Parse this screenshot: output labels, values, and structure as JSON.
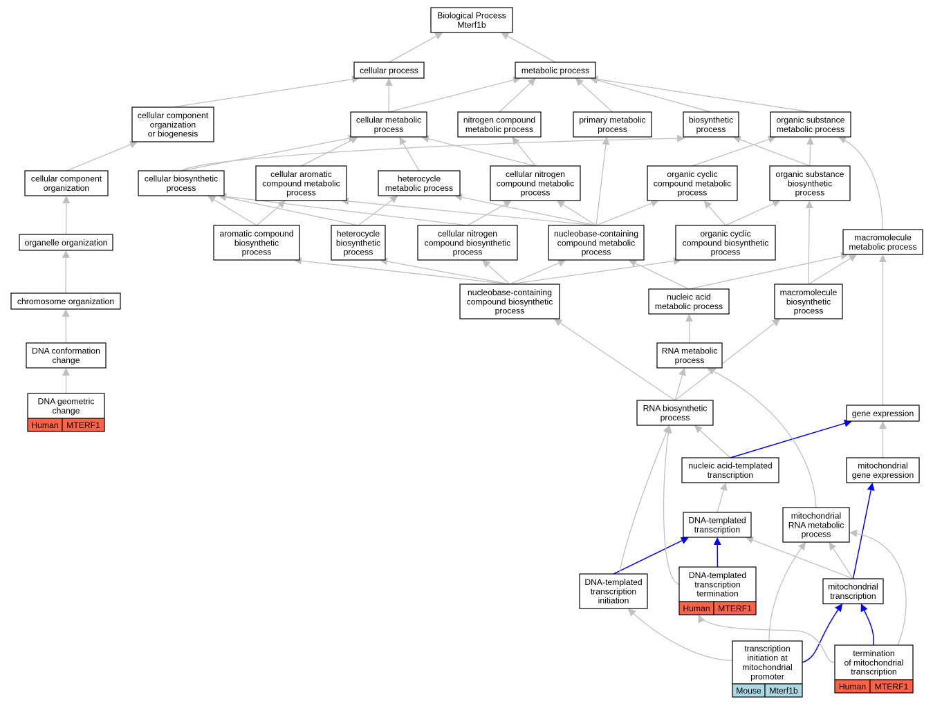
{
  "nodes": {
    "bp": [
      "Biological Process",
      "Mterf1b"
    ],
    "cellular_process": [
      "cellular process"
    ],
    "metabolic_process": [
      "metabolic process"
    ],
    "ccob": [
      "cellular component",
      "organization",
      "or biogenesis"
    ],
    "cellular_metabolic_process": [
      "cellular metabolic",
      "process"
    ],
    "nitrogen_compound_metabolic": [
      "nitrogen compound",
      "metabolic process"
    ],
    "primary_metabolic": [
      "primary metabolic",
      "process"
    ],
    "biosynthetic_process": [
      "biosynthetic",
      "process"
    ],
    "organic_substance_metabolic": [
      "organic substance",
      "metabolic process"
    ],
    "cc_organization": [
      "cellular component",
      "organization"
    ],
    "cellular_biosynthetic": [
      "cellular biosynthetic",
      "process"
    ],
    "cellular_aromatic": [
      "cellular aromatic",
      "compound metabolic",
      "process"
    ],
    "heterocycle_metabolic": [
      "heterocycle",
      "metabolic process"
    ],
    "cellular_nitrogen_metabolic": [
      "cellular nitrogen",
      "compound metabolic",
      "process"
    ],
    "organic_cyclic_metabolic": [
      "organic cyclic",
      "compound metabolic",
      "process"
    ],
    "organic_substance_biosynthetic": [
      "organic substance",
      "biosynthetic",
      "process"
    ],
    "organelle_organization": [
      "organelle organization"
    ],
    "aromatic_biosynthetic": [
      "aromatic compound",
      "biosynthetic",
      "process"
    ],
    "heterocycle_biosynthetic": [
      "heterocycle",
      "biosynthetic",
      "process"
    ],
    "cellular_nitrogen_biosynthetic": [
      "cellular nitrogen",
      "compound biosynthetic",
      "process"
    ],
    "nucleobase_metabolic": [
      "nucleobase-containing",
      "compound metabolic",
      "process"
    ],
    "organic_cyclic_biosynthetic": [
      "organic cyclic",
      "compound biosynthetic",
      "process"
    ],
    "macromolecule_metabolic": [
      "macromolecule",
      "metabolic process"
    ],
    "chromosome_organization": [
      "chromosome organization"
    ],
    "nucleobase_biosynthetic": [
      "nucleobase-containing",
      "compound biosynthetic",
      "process"
    ],
    "nucleic_acid_metabolic": [
      "nucleic acid",
      "metabolic process"
    ],
    "macromolecule_biosynthetic": [
      "macromolecule",
      "biosynthetic",
      "process"
    ],
    "dna_conformation": [
      "DNA conformation",
      "change"
    ],
    "rna_metabolic": [
      "RNA metabolic",
      "process"
    ],
    "dna_geometric": [
      "DNA geometric",
      "change"
    ],
    "rna_biosynthetic": [
      "RNA biosynthetic",
      "process"
    ],
    "gene_expression": [
      "gene expression"
    ],
    "nucleic_templated_transcription": [
      "nucleic acid-templated",
      "transcription"
    ],
    "mito_gene_expression": [
      "mitochondrial",
      "gene expression"
    ],
    "dna_templated_transcription": [
      "DNA-templated",
      "transcription"
    ],
    "mito_rna_metabolic": [
      "mitochondrial",
      "RNA metabolic",
      "process"
    ],
    "dna_templated_initiation": [
      "DNA-templated",
      "transcription",
      "initiation"
    ],
    "dna_templated_termination": [
      "DNA-templated",
      "transcription",
      "termination"
    ],
    "mito_transcription": [
      "mitochondrial",
      "transcription"
    ],
    "transcription_init_mito": [
      "transcription",
      "initiation at",
      "mitochondrial",
      "promoter"
    ],
    "termination_mito": [
      "termination",
      "of mitochondrial",
      "transcription"
    ]
  },
  "annotations": {
    "dna_geometric": [
      "Human",
      "MTERF1"
    ],
    "dna_templated_termination": [
      "Human",
      "MTERF1"
    ],
    "transcription_init_mito": [
      "Mouse",
      "Mterf1b"
    ],
    "termination_mito": [
      "Human",
      "MTERF1"
    ]
  },
  "colors": {
    "human": "#ff6347",
    "mouse": "#add8e6",
    "edge_default": "#c0c0c0",
    "edge_highlight": "#0000ff"
  }
}
